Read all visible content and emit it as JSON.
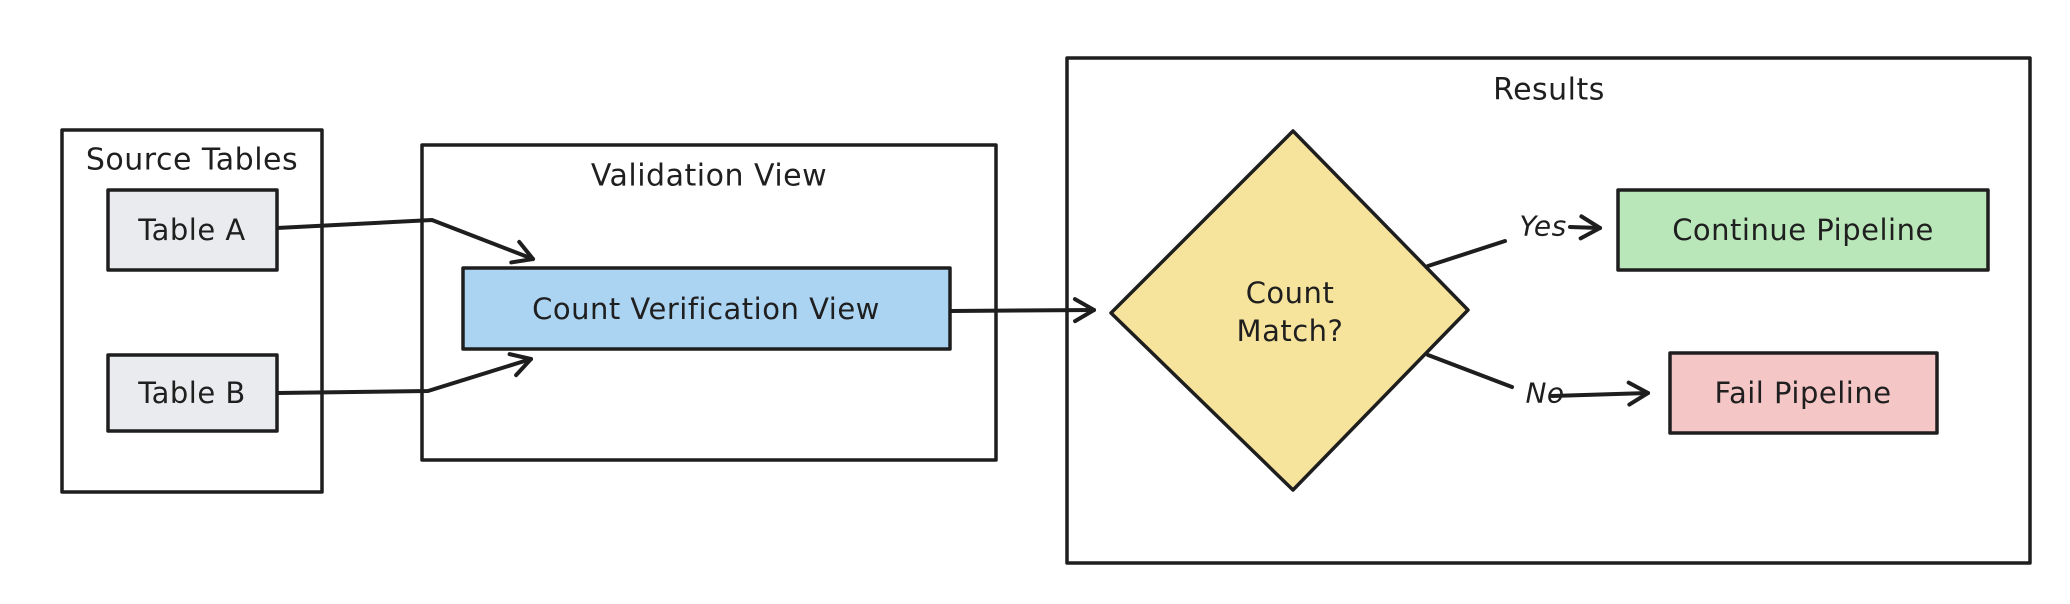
{
  "diagram": {
    "containers": {
      "source_tables": {
        "title": "Source Tables"
      },
      "validation_view": {
        "title": "Validation View"
      },
      "results": {
        "title": "Results"
      }
    },
    "nodes": {
      "table_a": {
        "label": "Table A"
      },
      "table_b": {
        "label": "Table B"
      },
      "count_verification_view": {
        "label": "Count Verification View"
      },
      "count_match": {
        "label_line1": "Count",
        "label_line2": "Match?"
      },
      "continue_pipeline": {
        "label": "Continue Pipeline"
      },
      "fail_pipeline": {
        "label": "Fail Pipeline"
      }
    },
    "edge_labels": {
      "yes": "Yes",
      "no": "No"
    },
    "colors": {
      "background": "#ffffff",
      "stroke": "#1e1e1e",
      "node_gray": "#e9ebee",
      "node_blue": "#abd3f2",
      "node_yellow": "#f7e49c",
      "node_green": "#bae7b9",
      "node_red": "#f4c7c6"
    }
  }
}
